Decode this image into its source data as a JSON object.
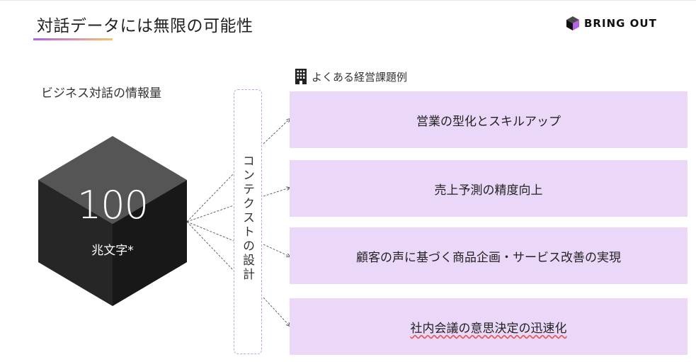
{
  "header": {
    "title": "対話データには無限の可能性",
    "brand_name": "BRING OUT"
  },
  "left": {
    "heading": "ビジネス対話の情報量",
    "cube_number": "100",
    "cube_unit": "兆文字*"
  },
  "context": {
    "label": "コンテクストの設計"
  },
  "issues": {
    "heading": "よくある経営課題例",
    "heading_icon": "building-icon",
    "items": [
      {
        "label": "営業の型化とスキルアップ"
      },
      {
        "label": "売上予測の精度向上"
      },
      {
        "label": "顧客の声に基づく商品企画・サービス改善の実現"
      },
      {
        "label": "社内会議の意思決定の迅速化"
      }
    ]
  },
  "colors": {
    "accent_gradient_start": "#b560e6",
    "accent_gradient_end": "#f7c26a",
    "issue_box": "#ebd8f8",
    "context_border": "#c7a0e8",
    "cube_front": "#2b2b2b",
    "cube_top": "#555555",
    "cube_side": "#161616"
  }
}
